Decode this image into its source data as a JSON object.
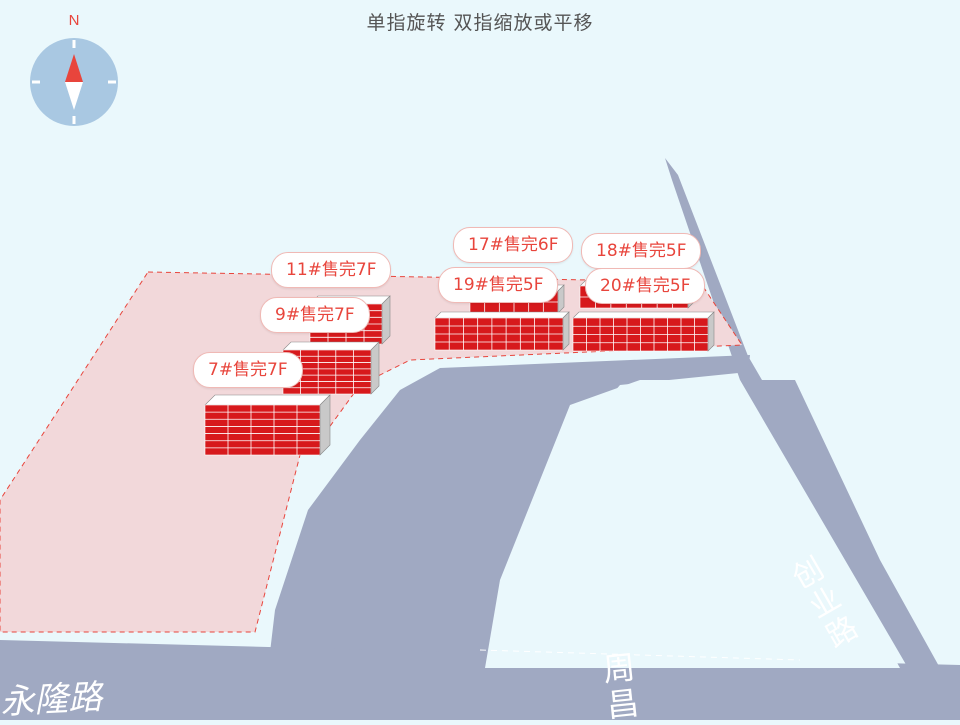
{
  "hint": "单指旋转 双指缩放或平移",
  "compass": {
    "north_label": "N",
    "icon": "compass-icon"
  },
  "buildings": [
    {
      "id": "b11",
      "label": "11#售完7F",
      "status": "sold"
    },
    {
      "id": "b9",
      "label": "9#售完7F",
      "status": "sold"
    },
    {
      "id": "b7",
      "label": "7#售完7F",
      "status": "sold"
    },
    {
      "id": "b17",
      "label": "17#售完6F",
      "status": "sold"
    },
    {
      "id": "b19",
      "label": "19#售完5F",
      "status": "sold"
    },
    {
      "id": "b18",
      "label": "18#售完5F",
      "status": "sold"
    },
    {
      "id": "b20",
      "label": "20#售完5F",
      "status": "sold"
    }
  ],
  "roads": [
    {
      "name": "永隆路"
    },
    {
      "name": "周昌"
    },
    {
      "name": "创业路"
    }
  ],
  "colors": {
    "background": "#eaf8fc",
    "road": "#a0a9c2",
    "plot_fill": "#f2d8da",
    "plot_border": "#e8453c",
    "building_sold": "#d7191c",
    "label_text": "#e8453c"
  }
}
